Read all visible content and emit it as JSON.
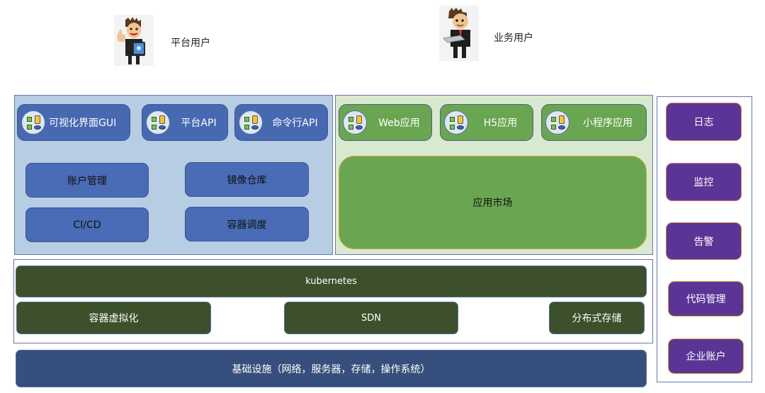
{
  "users": [
    {
      "label": "平台用户",
      "icon": "thumbs-up-man-with-tablet"
    },
    {
      "label": "业务用户",
      "icon": "businessman-with-tablet"
    }
  ],
  "platform_panel": {
    "entry_points": [
      {
        "label": "可视化界面GUI",
        "icon": "app-components-icon"
      },
      {
        "label": "平台API",
        "icon": "app-components-icon"
      },
      {
        "label": "命令行API",
        "icon": "app-components-icon"
      }
    ],
    "modules": [
      {
        "label": "账户管理"
      },
      {
        "label": "镜像仓库"
      },
      {
        "label": "CI/CD"
      },
      {
        "label": "容器调度"
      }
    ]
  },
  "app_panel": {
    "apps": [
      {
        "label": "Web应用",
        "icon": "app-components-icon"
      },
      {
        "label": "H5应用",
        "icon": "app-components-icon"
      },
      {
        "label": "小程序应用",
        "icon": "app-components-icon"
      }
    ],
    "market": {
      "label": "应用市场"
    }
  },
  "orchestration_layer": {
    "kubernetes": "kubernetes",
    "components": [
      {
        "label": "容器虚拟化"
      },
      {
        "label": "SDN"
      },
      {
        "label": "分布式存储"
      }
    ]
  },
  "infrastructure": {
    "label": "基础设施（网络，服务器，存储，操作系统）"
  },
  "side_panel": {
    "items": [
      {
        "label": "日志"
      },
      {
        "label": "监控"
      },
      {
        "label": "告警"
      },
      {
        "label": "代码管理"
      },
      {
        "label": "企业账户"
      }
    ]
  },
  "colors": {
    "platform_panel_bg": "#b7cde4",
    "platform_button": "#4669b1",
    "app_panel_bg": "#d9e9cf",
    "app_button": "#6aa651",
    "kubernetes_layer": "#3c502b",
    "infrastructure": "#374f7c",
    "side_button": "#5b3596"
  }
}
